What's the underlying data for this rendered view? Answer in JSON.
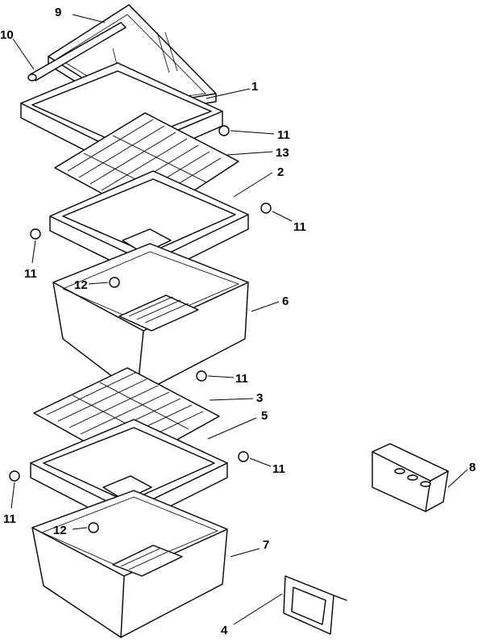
{
  "diagram": {
    "callouts": [
      {
        "id": "c9",
        "text": "9"
      },
      {
        "id": "c10",
        "text": "10"
      },
      {
        "id": "c1",
        "text": "1"
      },
      {
        "id": "c11a",
        "text": "11"
      },
      {
        "id": "c13",
        "text": "13"
      },
      {
        "id": "c2",
        "text": "2"
      },
      {
        "id": "c11b",
        "text": "11"
      },
      {
        "id": "c11c",
        "text": "11"
      },
      {
        "id": "c12a",
        "text": "12"
      },
      {
        "id": "c6",
        "text": "6"
      },
      {
        "id": "c11d",
        "text": "11"
      },
      {
        "id": "c3",
        "text": "3"
      },
      {
        "id": "c5",
        "text": "5"
      },
      {
        "id": "c11e",
        "text": "11"
      },
      {
        "id": "c11f",
        "text": "11"
      },
      {
        "id": "c8",
        "text": "8"
      },
      {
        "id": "c12b",
        "text": "12"
      },
      {
        "id": "c7",
        "text": "7"
      },
      {
        "id": "c4",
        "text": "4"
      }
    ]
  }
}
